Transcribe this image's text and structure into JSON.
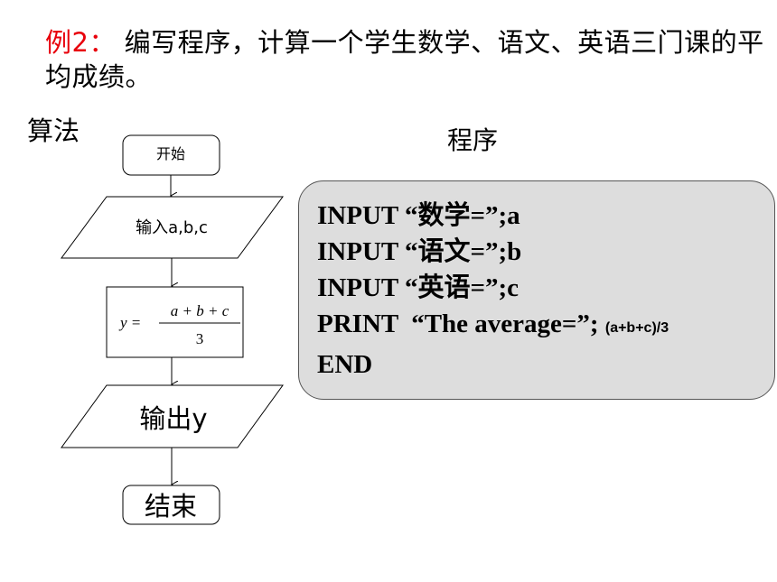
{
  "problem": {
    "tag": "例2：",
    "text": " 编写程序，计算一个学生数学、语文、英语三门课的平均成绩。"
  },
  "labels": {
    "algorithm": "算法",
    "program": "程序"
  },
  "flowchart": {
    "start": "开始",
    "input": "输入a,b,c",
    "formula_lhs": "y =",
    "formula_num": "a + b + c",
    "formula_den": "3",
    "output": "输出y",
    "end": "结束"
  },
  "program": {
    "lines": [
      "INPUT “数学=”;a",
      "INPUT “语文=”;b",
      "INPUT “英语=”;c",
      "PRINT  “The average=”; "
    ],
    "print_expr": "(a+b+c)/3",
    "end": "END"
  },
  "colors": {
    "tag": "#e8000b",
    "code_bg": "#dddddd"
  }
}
